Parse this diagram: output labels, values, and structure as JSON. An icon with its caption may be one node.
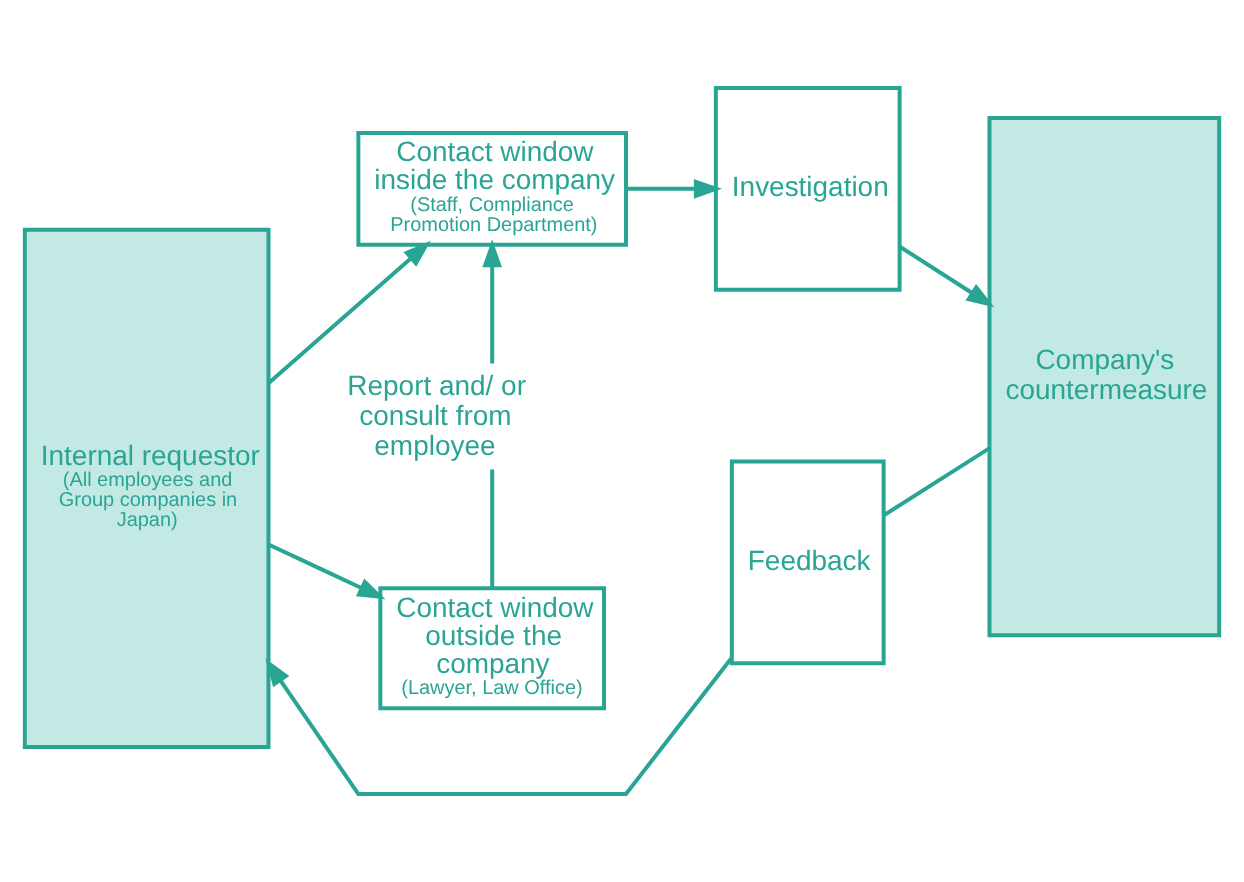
{
  "diagram": {
    "nodes": [
      {
        "text": [
          "Internal requestor",
          "(All employees and Group companies in Japan)"
        ]
      },
      {
        "text": [
          "Contact window inside the company",
          "(Staff, Compliance Promotion Department)"
        ]
      },
      {
        "text": [
          "Investigation"
        ]
      },
      {
        "text": [
          "Company's countermeasure"
        ]
      },
      {
        "text": [
          "Contact window outside the company",
          "(Lawyer, Law Office)"
        ]
      },
      {
        "text": [
          "Feedback"
        ]
      }
    ],
    "edges": [
      {
        "from": 0,
        "to": 1,
        "arrow": "to"
      },
      {
        "from": 0,
        "to": 4,
        "arrow": "to"
      },
      {
        "from": 4,
        "to": 1,
        "arrow": "to",
        "label": "Report and/ or consult from employee"
      },
      {
        "from": 1,
        "to": 2,
        "arrow": "to"
      },
      {
        "from": 2,
        "to": 3,
        "arrow": "to"
      },
      {
        "from": 3,
        "to": 5,
        "arrow": "none"
      },
      {
        "from": 5,
        "to": 0,
        "arrow": "to"
      }
    ]
  }
}
